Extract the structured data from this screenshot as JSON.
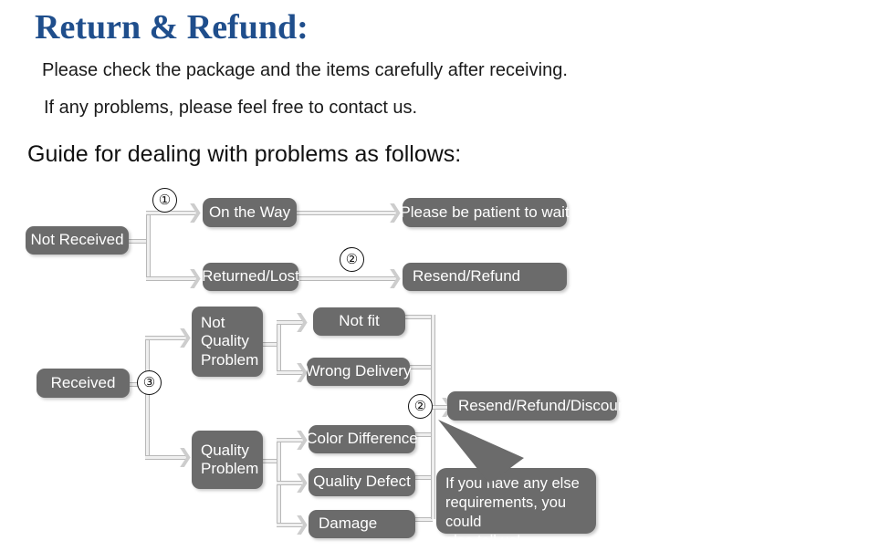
{
  "header": {
    "title": "Return & Refund:",
    "line1": "Please check the package and the items carefully after receiving.",
    "line2": "If any problems, please feel free to contact us.",
    "guide": "Guide for dealing with problems as follows:"
  },
  "colors": {
    "title_blue": "#1f4e8c",
    "node_gray": "#6b6b6b",
    "node_text": "#ffffff",
    "connector_gray": "#cfcfcf",
    "page_bg": "#ffffff"
  },
  "flowchart": {
    "nodes": {
      "not_received": "Not Received",
      "on_the_way": "On the Way",
      "returned_lost": "Returned/Lost",
      "please_wait": "Please be patient to wait",
      "resend_refund": "Resend/Refund",
      "received": "Received",
      "not_quality_problem": "Not\nQuality\nProblem",
      "quality_problem": "Quality\nProblem",
      "not_fit": "Not fit",
      "wrong_delivery": "Wrong Delivery",
      "color_difference": "Color Difference",
      "quality_defect": "Quality Defect",
      "damage": "Damage",
      "resend_refund_discount": "Resend/Refund/Discount"
    },
    "bubble": "If you have any else\nrequirements, you could\nalso tell us!",
    "step_numbers": {
      "one": "①",
      "two_top": "②",
      "three": "③",
      "two_bottom": "②"
    },
    "arrow_glyph": "❯"
  }
}
